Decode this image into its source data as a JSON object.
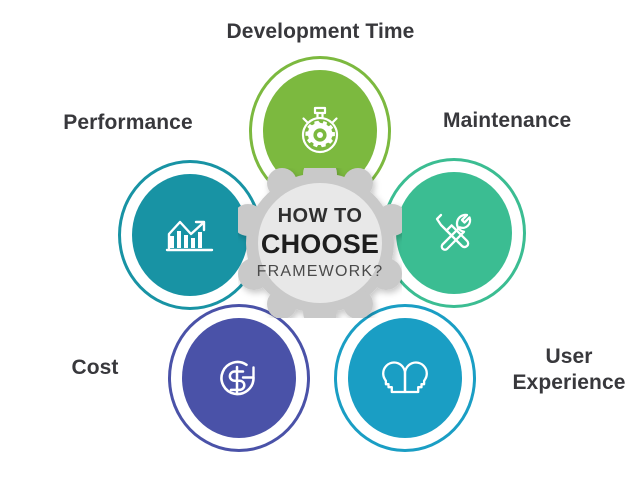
{
  "diagram": {
    "title_lines": {
      "line1": "HOW TO",
      "line2": "CHOOSE",
      "line3": "FRAMEWORK?"
    },
    "center_shape": "gear-badge",
    "center_colors": {
      "cog": "#c9c9c9",
      "inner": "#e8e8e8"
    },
    "nodes": [
      {
        "id": "development-time",
        "label": "Development Time",
        "icon": "stopwatch-gear-icon",
        "color": "#7cb93f",
        "ring_color": "#7cb93f",
        "position": "top"
      },
      {
        "id": "performance",
        "label": "Performance",
        "icon": "bar-chart-growth-icon",
        "color": "#1893a4",
        "ring_color": "#1893a4",
        "position": "left-upper"
      },
      {
        "id": "maintenance",
        "label": "Maintenance",
        "icon": "wrench-screwdriver-icon",
        "color": "#3bbd92",
        "ring_color": "#3bbd92",
        "position": "right-upper"
      },
      {
        "id": "cost",
        "label": "Cost",
        "icon": "dollar-refresh-icon",
        "color": "#4a52a8",
        "ring_color": "#4a52a8",
        "position": "left-lower"
      },
      {
        "id": "user-experience",
        "label": "User\nExperience",
        "icon": "two-user-heads-icon",
        "color": "#1a9ec4",
        "ring_color": "#1a9ec4",
        "position": "right-lower"
      }
    ],
    "background_color": "#ffffff",
    "text_color": "#38383c"
  }
}
